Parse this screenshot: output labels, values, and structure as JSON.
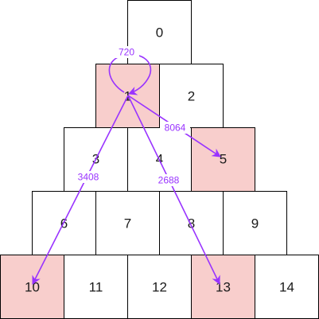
{
  "colors": {
    "cell_default_fill": "#ffffff",
    "cell_highlight_fill": "#f8cecc",
    "cell_highlight_stroke": "#b85450",
    "arrow": "#9933ff"
  },
  "cells": [
    {
      "id": "0",
      "label": "0",
      "highlighted": false
    },
    {
      "id": "1",
      "label": "1",
      "highlighted": true
    },
    {
      "id": "2",
      "label": "2",
      "highlighted": false
    },
    {
      "id": "3",
      "label": "3",
      "highlighted": false
    },
    {
      "id": "4",
      "label": "4",
      "highlighted": false
    },
    {
      "id": "5",
      "label": "5",
      "highlighted": true
    },
    {
      "id": "6",
      "label": "6",
      "highlighted": false
    },
    {
      "id": "7",
      "label": "7",
      "highlighted": false
    },
    {
      "id": "8",
      "label": "8",
      "highlighted": false
    },
    {
      "id": "9",
      "label": "9",
      "highlighted": false
    },
    {
      "id": "10",
      "label": "10",
      "highlighted": true
    },
    {
      "id": "11",
      "label": "11",
      "highlighted": false
    },
    {
      "id": "12",
      "label": "12",
      "highlighted": false
    },
    {
      "id": "13",
      "label": "13",
      "highlighted": true
    },
    {
      "id": "14",
      "label": "14",
      "highlighted": false
    }
  ],
  "edges": [
    {
      "from": "1",
      "to": "1",
      "label": "720"
    },
    {
      "from": "1",
      "to": "5",
      "label": "8064"
    },
    {
      "from": "1",
      "to": "10",
      "label": "3408"
    },
    {
      "from": "1",
      "to": "13",
      "label": "2688"
    }
  ]
}
